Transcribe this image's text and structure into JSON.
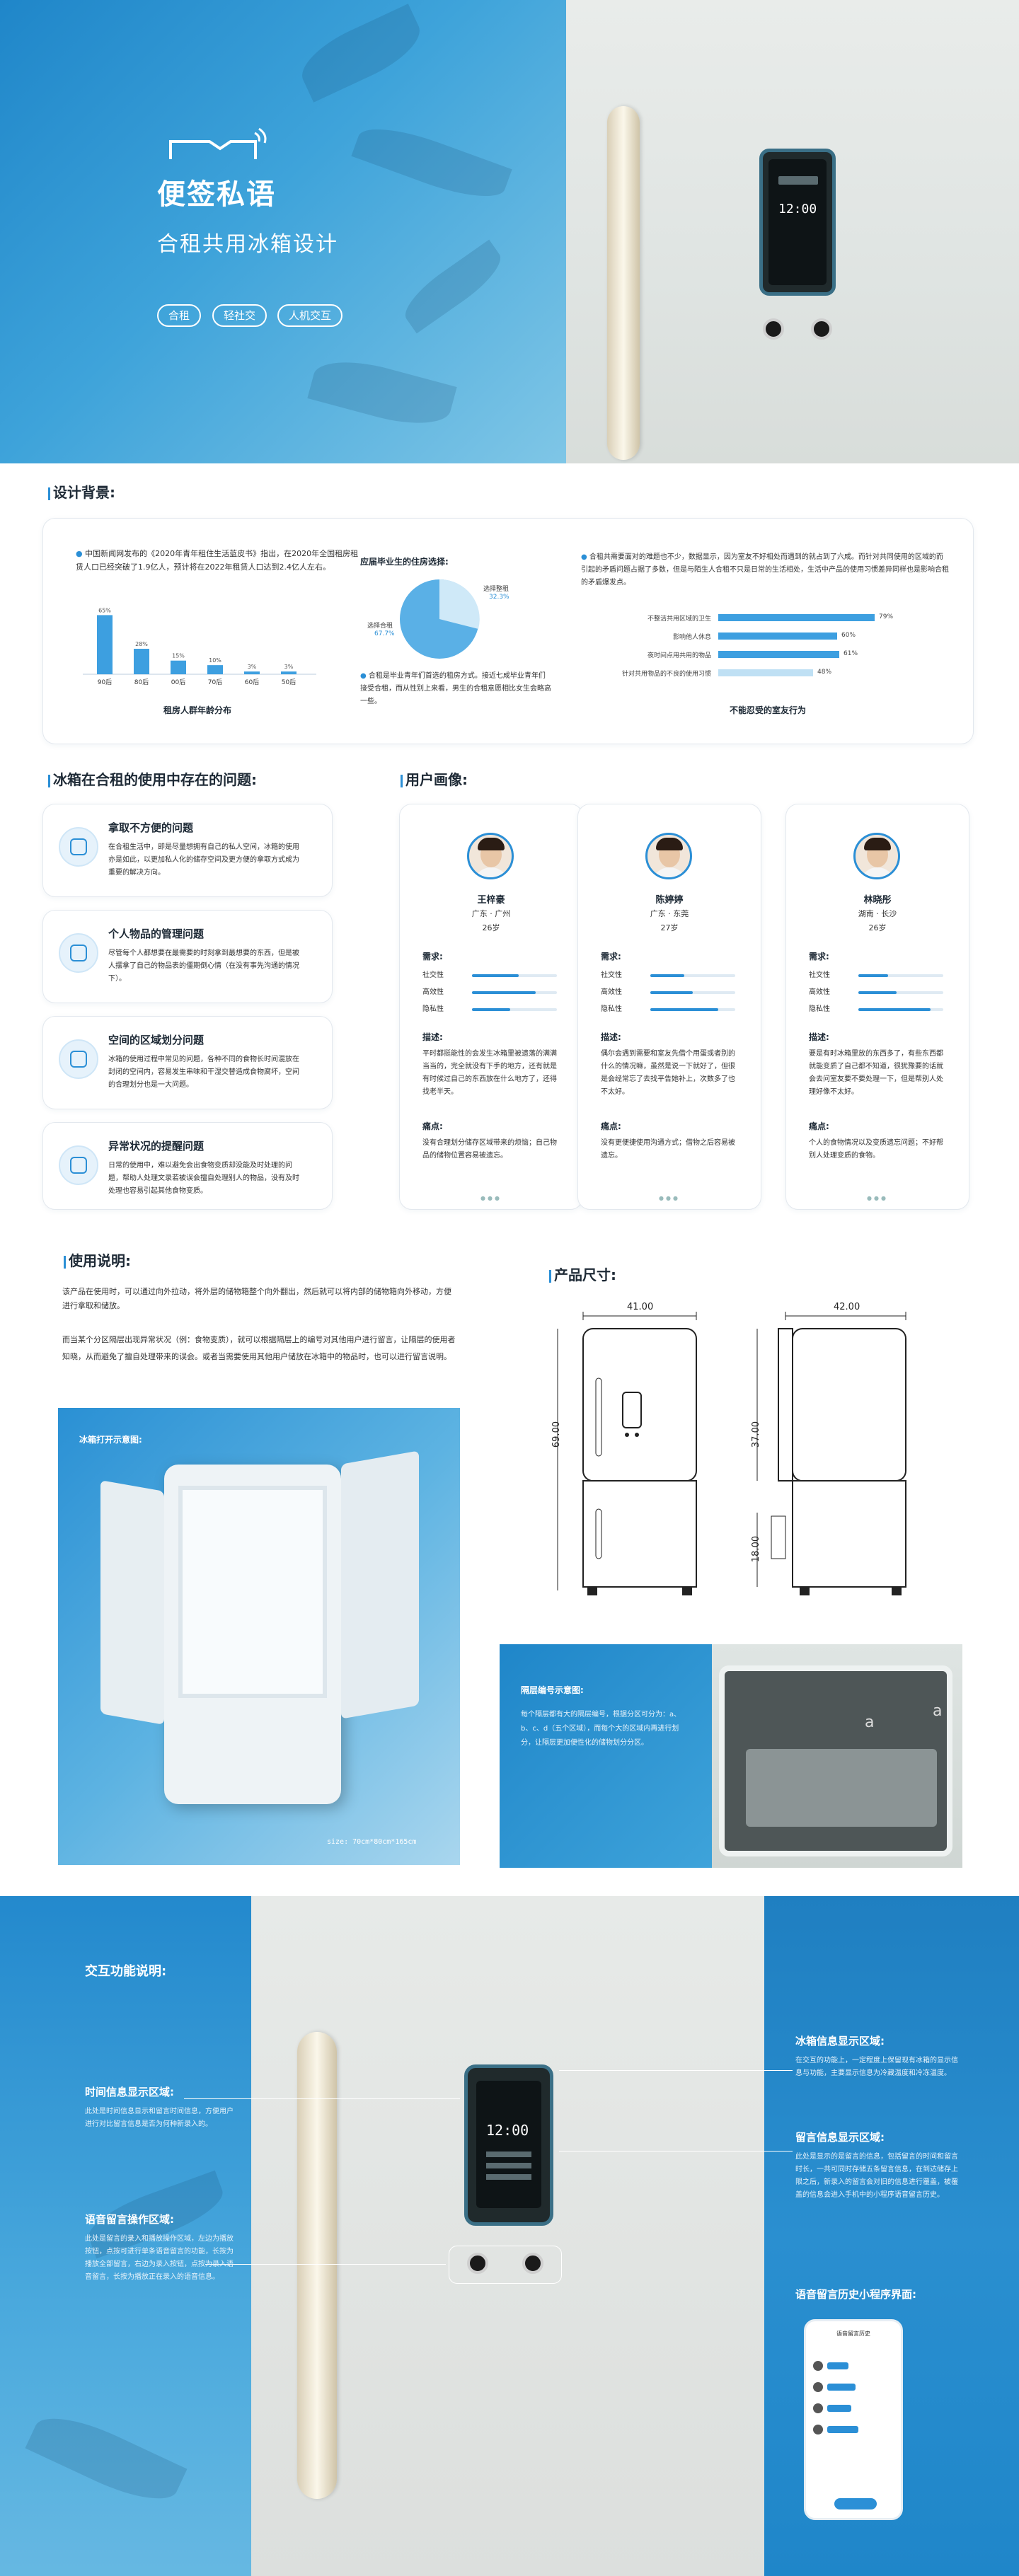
{
  "hero": {
    "title": "便签私语",
    "subtitle": "合租共用冰箱设计",
    "tags": [
      "合租",
      "轻社交",
      "人机交互"
    ],
    "panel_time": "12:00"
  },
  "background": {
    "section_title": "设计背景:",
    "left_text": "中国新闻网发布的《2020年青年租住生活蓝皮书》指出，在2020年全国租房租赁人口已经突破了1.9亿人，预计将在2022年租赁人口达到2.4亿人左右。",
    "bar_values_labels": [
      "65%",
      "28%",
      "15%",
      "10%",
      "3%",
      "3%"
    ],
    "bar_categories": [
      "90后",
      "80后",
      "00后",
      "70后",
      "60后",
      "50后"
    ],
    "bar_caption": "租房人群年龄分布",
    "mid_title": "应届毕业生的住房选择:",
    "pie_label_a": "选择合租",
    "pie_value_a": "67.7%",
    "pie_label_b": "选择整租",
    "pie_value_b": "32.3%",
    "mid_text": "合租是毕业青年们首选的租房方式。接近七成毕业青年们接受合租，而从性别上来看，男生的合租意愿相比女生会略高一些。",
    "right_text": "合租共需要面对的难题也不少，数据显示，因为室友不好相处而遇到的就占到了六成。而针对共同使用的区域的而引起的矛盾问题占据了多数，但是与陌生人合租不只是日常的生活相处，生活中产品的使用习惯差异同样也是影响合租的矛盾爆发点。",
    "hbar_labels": [
      "不整洁共用区域的卫生",
      "影响他人休息",
      "夜时间点用共用的物品",
      "针对共用物品的不良的使用习惯"
    ],
    "hbar_values_labels": [
      "79%",
      "60%",
      "61%",
      "48%"
    ],
    "hbar_caption": "不能忍受的室友行为"
  },
  "problems": {
    "section_title": "冰箱在合租的使用中存在的问题:",
    "items": [
      {
        "title": "拿取不方便的问题",
        "text": "在合租生活中，即是尽量想拥有自己的私人空间，冰箱的使用亦是如此，以更加私人化的储存空间及更方便的拿取方式成为重要的解决方向。"
      },
      {
        "title": "个人物品的管理问题",
        "text": "尽管每个人都想要在最需要的时刻拿到最想要的东西，但是被人摆拿了自己的物品表的僵期倒心情（在没有事先沟通的情况下）。"
      },
      {
        "title": "空间的区域划分问题",
        "text": "冰箱的使用过程中常见的问题，各种不同的食物长时间混放在封闭的空间内，容易发生串味和干湿交替造成食物腐坏，空间的合理划分也是一大问题。"
      },
      {
        "title": "异常状况的提醒问题",
        "text": "日常的使用中，难以避免会出食物变质却没能及时处理的问题，帮助人处理文录若被误会擅自处理别人的物品，没有及时处理也容易引起其他食物变质。"
      }
    ]
  },
  "users": {
    "section_title": "用户画像:",
    "need_title": "需求:",
    "desc_title": "描述:",
    "pain_title": "痛点:",
    "need_labels": [
      "社交性",
      "高效性",
      "隐私性"
    ],
    "personas": [
      {
        "name": "王梓豪",
        "place": "广东 · 广州",
        "age": "26岁",
        "needs": [
          0.55,
          0.75,
          0.45
        ],
        "desc": "平时都挺能性的会发生冰箱里被遗落的满满当当的，完全就没有下手的地方，还有就是有时候过自己的东西放在什么地方了，还得找老半天。",
        "pain": "没有合理划分储存区域带来的烦恼；自己物品的储物位置容易被遗忘。"
      },
      {
        "name": "陈婷婷",
        "place": "广东 · 东莞",
        "age": "27岁",
        "needs": [
          0.4,
          0.5,
          0.8
        ],
        "desc": "偶尔会遇到需要和室友先借个用蛋或者别的什么的情况嘛，虽然是说一下就好了，但很是会经常忘了去找平告她补上，次数多了也不太好。",
        "pain": "没有更便捷使用沟通方式；借物之后容易被遗忘。"
      },
      {
        "name": "林晓彤",
        "place": "湖南 · 长沙",
        "age": "26岁",
        "needs": [
          0.35,
          0.45,
          0.85
        ],
        "desc": "要是有时冰箱里放的东西多了，有些东西都就能变质了自己都不知道，很犹豫要的话就会去问室友要不要处理一下，但是帮别人处理好像不太好。",
        "pain": "个人的食物情况以及变质遗忘问题；不好帮别人处理变质的食物。"
      }
    ]
  },
  "usage": {
    "section_title": "使用说明:",
    "para1": "该产品在使用时，可以通过向外拉动，将外层的储物箱整个向外翻出，然后就可以将内部的储物箱向外移动，方便进行拿取和储放。",
    "para2": "而当某个分区隔层出现异常状况（例：食物变质），就可以根据隔层上的编号对其他用户进行留言，让隔层的使用者知晓，从而避免了擅自处理带来的误会。或者当需要使用其他用户储放在冰箱中的物品时，也可以进行留言说明。",
    "open_caption": "冰箱打开示意图:",
    "size_caption": "size: 70cm*80cm*165cm"
  },
  "product": {
    "section_title": "产品尺寸:",
    "width_front": "41.00",
    "width_side": "42.00",
    "height_total": "69.00",
    "height_upper": "37.00",
    "height_lower": "18.00",
    "partition_title": "隔层编号示意图:",
    "partition_text": "每个隔层都有大的隔层编号，根据分区可分为：a、b、c、d（五个区域），而每个大的区域内再进行划分，让隔层更加便性化的储物划分分区。",
    "partition_mark": "a"
  },
  "interaction": {
    "section_title": "交互功能说明:",
    "time_title": "时间信息显示区域:",
    "time_text": "此处是时间信息显示和留言时间信息，方便用户进行对比留言信息是否为何种新录入的。",
    "voice_title": "语音留言操作区域:",
    "voice_text": "此处是留言的录入和播放操作区域，左边为播放按钮，点按可进行单条语音留言的功能，长按为播放全部留言，右边为录入按钮，点按为录入语音留言，长按为播放正在录入的语音信息。",
    "fridge_title": "冰箱信息显示区域:",
    "fridge_text": "在交互的功能上，一定程度上保留现有冰箱的显示信息与功能，主要显示信息为冷藏温度和冷冻温度。",
    "msg_title": "留言信息显示区域:",
    "msg_text": "此处是显示的是留言的信息，包括留言的时间和留言时长，一共可同时存储五条留言信息，在到达储存上限之后，新录入的留言会对旧的信息进行覆盖，被覆盖的信息会进入手机中的小程序语音留言历史。",
    "app_title": "语音留言历史小程序界面:",
    "app_screen_title": "语音留言历史",
    "panel_time": "12:00"
  }
}
